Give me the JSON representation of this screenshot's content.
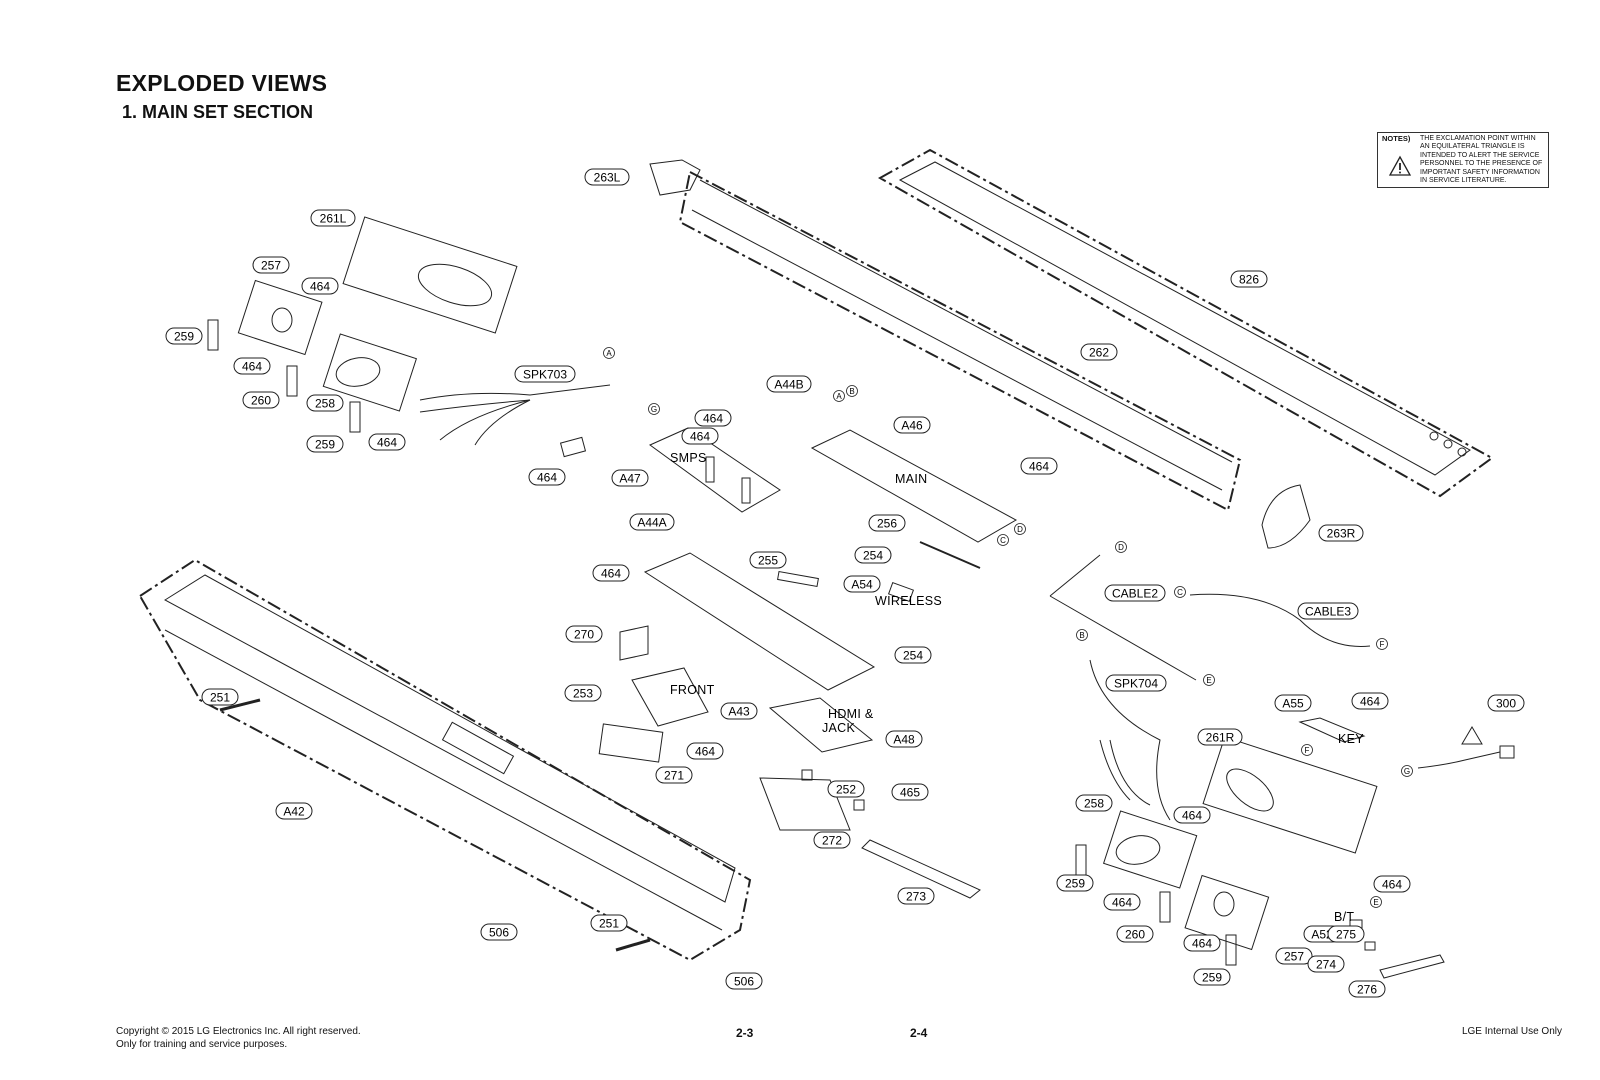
{
  "header": {
    "title": "EXPLODED VIEWS",
    "subtitle": "1. MAIN SET SECTION"
  },
  "notes": {
    "label": "NOTES)",
    "text": "THE EXCLAMATION POINT WITHIN AN EQUILATERAL TRIANGLE IS INTENDED TO ALERT THE SERVICE PERSONNEL TO THE PRESENCE OF IMPORTANT SAFETY INFORMATION IN SERVICE LITERATURE.",
    "icon": "warning-triangle-icon"
  },
  "footer": {
    "copyright_line1": "Copyright © 2015 LG Electronics Inc. All right reserved.",
    "copyright_line2": "Only for training and service purposes.",
    "page_left": "2-3",
    "page_right": "2-4",
    "internal": "LGE Internal Use Only"
  },
  "callouts": [
    "263L",
    "261L",
    "257",
    "464",
    "259",
    "464",
    "260",
    "258",
    "464",
    "SPK703",
    "259",
    "464",
    "826",
    "262",
    "A44B",
    "464",
    "464",
    "A46",
    "A47",
    "464",
    "256",
    "263R",
    "A44A",
    "255",
    "254",
    "464",
    "A54",
    "270",
    "254",
    "CABLE2",
    "CABLE3",
    "251",
    "253",
    "A43",
    "464",
    "271",
    "A48",
    "A55",
    "464",
    "300",
    "SPK704",
    "261R",
    "252",
    "465",
    "A42",
    "258",
    "464",
    "272",
    "259",
    "464",
    "273",
    "464",
    "260",
    "506",
    "251",
    "464",
    "A52",
    "275",
    "257",
    "274",
    "259",
    "506",
    "276"
  ],
  "labels": [
    "SMPS",
    "MAIN",
    "WIRELESS",
    "FRONT",
    "HDMI &",
    "JACK",
    "KEY",
    "B/T"
  ],
  "connector_letters": [
    "A",
    "A",
    "B",
    "G",
    "C",
    "D",
    "D",
    "C",
    "F",
    "B",
    "E",
    "F",
    "E",
    "G"
  ],
  "colors": {
    "line": "#222222",
    "paper": "#ffffff"
  }
}
